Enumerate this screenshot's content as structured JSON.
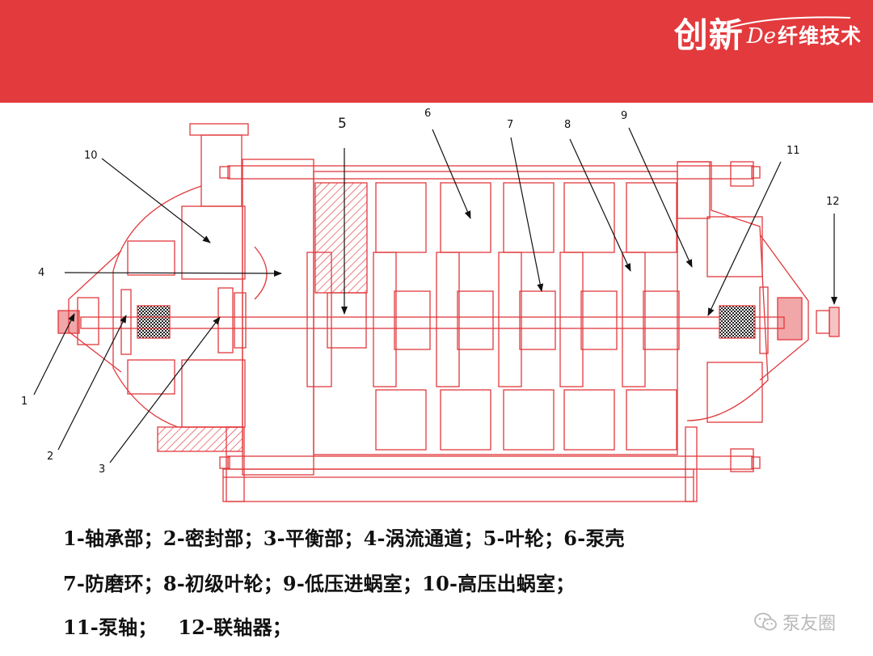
{
  "header": {
    "brand_main": "创新",
    "brand_script": "De",
    "brand_sub": "纤维技术",
    "color": "#e33a3d"
  },
  "diagram": {
    "line_color": "#e1393d",
    "labels": [
      "1",
      "2",
      "3",
      "4",
      "5",
      "6",
      "7",
      "8",
      "9",
      "10",
      "11",
      "12"
    ]
  },
  "captions": [
    "1-轴承部；2-密封部；3-平衡部；4-涡流通道；5-叶轮；6-泵壳",
    "7-防磨环；8-初级叶轮；9-低压进蜗室；10-高压出蜗室；",
    "11-泵轴；   12-联轴器；"
  ],
  "watermark": {
    "text": "泵友圈",
    "icon": "wechat-icon"
  }
}
